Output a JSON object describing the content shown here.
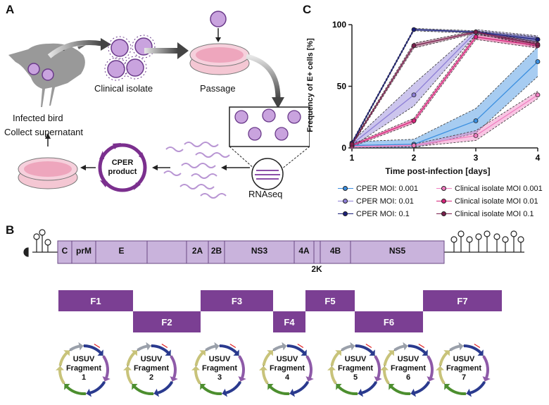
{
  "panel_labels": {
    "a": "A",
    "b": "B",
    "c": "C"
  },
  "panel_a": {
    "infected_bird": "Infected bird",
    "clinical_isolate": "Clinical isolate",
    "passage": "Passage",
    "collect_supernatant": "Collect supernatant",
    "cper_product_line1": "CPER",
    "cper_product_line2": "product",
    "rnaseq": "RNAseq"
  },
  "panel_b": {
    "genome_segments": [
      "C",
      "prM",
      "E",
      "",
      "2A",
      "2B",
      "NS3",
      "4A",
      "",
      "4B",
      "NS5"
    ],
    "label_2k": "2K",
    "fragments": [
      "F1",
      "F2",
      "F3",
      "F4",
      "F5",
      "F6",
      "F7"
    ],
    "plasmids": [
      {
        "line1": "USUV",
        "line2": "Fragment",
        "num": "1"
      },
      {
        "line1": "USUV",
        "line2": "Fragment",
        "num": "2"
      },
      {
        "line1": "USUV",
        "line2": "Fragment",
        "num": "3"
      },
      {
        "line1": "USUV",
        "line2": "Fragment",
        "num": "4"
      },
      {
        "line1": "USUV",
        "line2": "Fragment",
        "num": "5"
      },
      {
        "line1": "USUV",
        "line2": "Fragment",
        "num": "6"
      },
      {
        "line1": "USUV",
        "line2": "Fragment",
        "num": "7"
      }
    ],
    "colors": {
      "genome": "#c9b3dc",
      "fragment": "#7b3f93"
    }
  },
  "chart_data": {
    "type": "line",
    "xlabel": "Time post-infection [days]",
    "ylabel": "Frequency of E+ cells [%]",
    "x": [
      1,
      2,
      3,
      4
    ],
    "x_ticks": [
      "1",
      "2",
      "3",
      "4"
    ],
    "y_ticks": [
      "0",
      "50",
      "100"
    ],
    "ylim": [
      0,
      100
    ],
    "grid": false,
    "legend_position": "bottom",
    "series": [
      {
        "name": "CPER MOI: 0.001",
        "color": "#3b8fe0",
        "values": [
          2,
          3,
          22,
          70
        ],
        "band": [
          3,
          4,
          10,
          12
        ]
      },
      {
        "name": "CPER MOI: 0.01",
        "color": "#8e7fd6",
        "values": [
          3,
          43,
          94,
          88
        ],
        "band": [
          2,
          9,
          2,
          3
        ]
      },
      {
        "name": "CPER MOI: 0.1",
        "color": "#1b1f7a",
        "values": [
          4,
          96,
          94,
          88
        ],
        "band": [
          1,
          1,
          1,
          2
        ]
      },
      {
        "name": "Clinical isolate MOI 0.001",
        "color": "#f07ec0",
        "values": [
          1,
          2,
          10,
          43
        ],
        "band": [
          1,
          1,
          4,
          3
        ]
      },
      {
        "name": "Clinical isolate MOI 0.01",
        "color": "#d6247a",
        "values": [
          2,
          22,
          90,
          83
        ],
        "band": [
          1,
          2,
          2,
          2
        ]
      },
      {
        "name": "Clinical isolate MOI 0.1",
        "color": "#7a1f4c",
        "values": [
          3,
          83,
          94,
          84
        ],
        "band": [
          1,
          2,
          1,
          2
        ]
      }
    ]
  }
}
